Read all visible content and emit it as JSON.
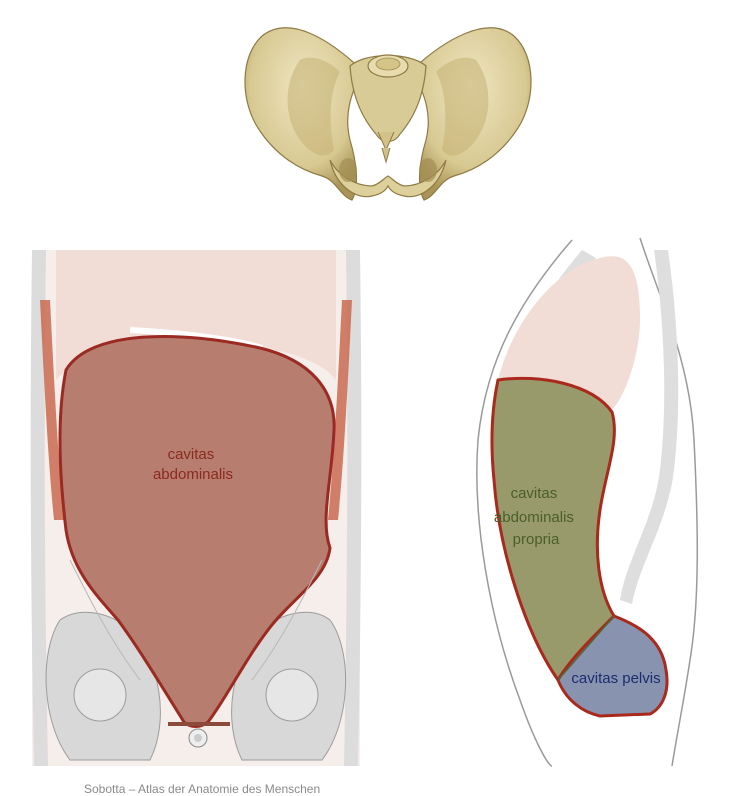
{
  "labels": {
    "cavitas_abdominalis": [
      "cavitas",
      "abdominalis"
    ],
    "cavitas_abdominalis_propria": [
      "cavitas",
      "abdominalis",
      "propria"
    ],
    "cavitas_pelvis": "cavitas pelvis"
  },
  "credit": "Sobotta – Atlas der Anatomie des Menschen",
  "colors": {
    "abdominal_fill": "#b77e70",
    "abdominal_outline": "#9b2a22",
    "abdominal_text": "#8b2a1e",
    "propria_fill": "#999a6c",
    "propria_text": "#4a5e2a",
    "pelvis_fill": "#8893b0",
    "pelvis_text": "#1d2c6e",
    "thorax_fill": "#f1ddd5",
    "muscle": "#c96a50",
    "bone": "#e5dab0",
    "bone_shadow": "#b7a46c"
  }
}
